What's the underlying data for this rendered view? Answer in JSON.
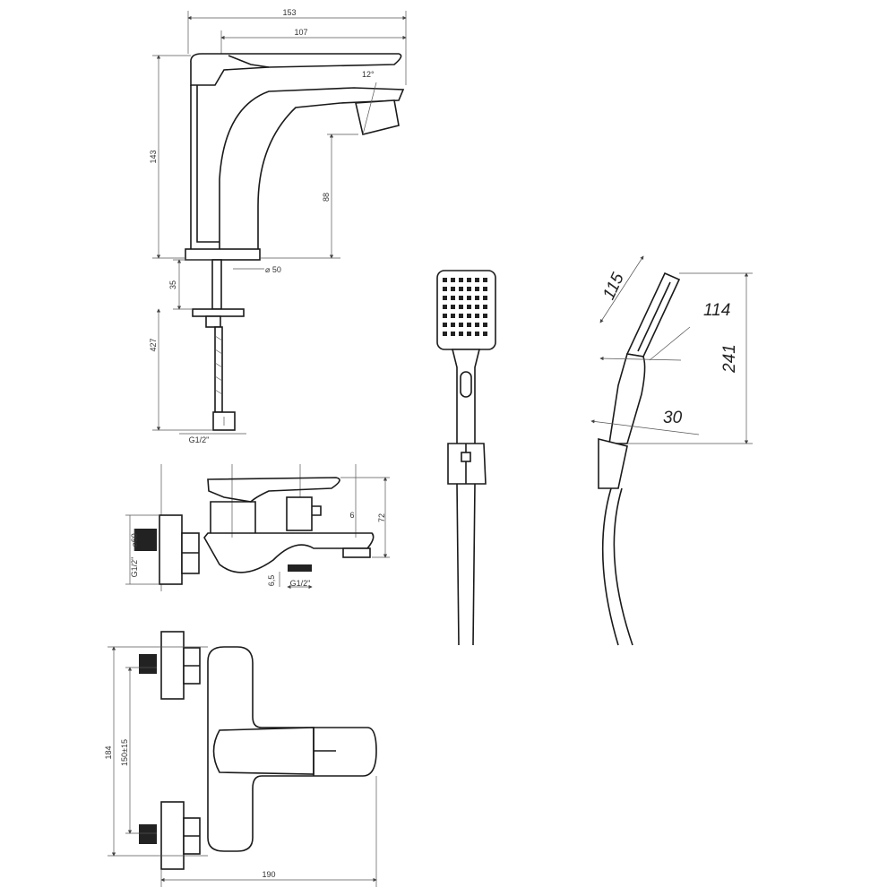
{
  "basin_faucet": {
    "width_total": "153",
    "spout_reach": "107",
    "angle": "12°",
    "height_total": "143",
    "spout_height": "88",
    "base_diameter": "⌀ 50",
    "shank_length": "35",
    "hose_length": "427",
    "connection": "G1/2\""
  },
  "bath_mixer_side": {
    "flange_diameter": "⌀60",
    "inlet_thread": "G1/2\"",
    "spout_offset": "6",
    "height": "72",
    "outlet_offset": "6,5",
    "outlet_thread": "G1/2\""
  },
  "bath_mixer_top": {
    "height": "184",
    "center_distance": "150±15",
    "width": "190"
  },
  "hand_shower": {
    "head_length": "115",
    "head_offset": "114",
    "total_length": "241",
    "handle_width": "30"
  }
}
